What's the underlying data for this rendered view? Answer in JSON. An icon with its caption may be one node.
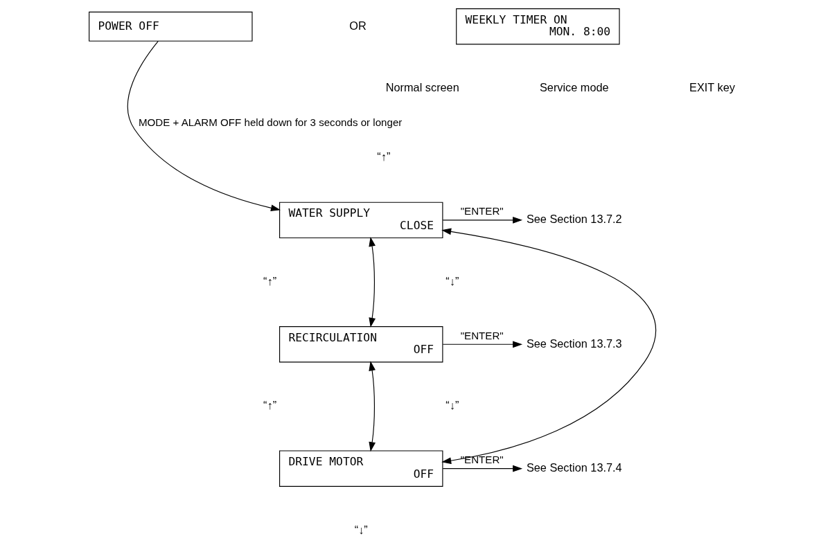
{
  "diagram": {
    "nodes": [
      {
        "text": [
          "POWER OFF"
        ]
      },
      {
        "text": [
          "WEEKLY TIMER ON",
          "MON. 8:00"
        ]
      },
      {
        "text": [
          "WATER SUPPLY",
          "CLOSE"
        ]
      },
      {
        "text": [
          "RECIRCULATION",
          "OFF"
        ]
      },
      {
        "text": [
          "DRIVE MOTOR",
          "OFF"
        ]
      },
      {
        "text": [
          "See Section 13.7.2"
        ]
      },
      {
        "text": [
          "See Section 13.7.3"
        ]
      },
      {
        "text": [
          "See Section 13.7.4"
        ]
      }
    ],
    "edges": [
      {
        "from": 0,
        "to": 2,
        "arrow": "to",
        "label": "MODE + ALARM OFF held down for 3 seconds or longer"
      },
      {
        "from": 2,
        "to": 3,
        "arrow": "both"
      },
      {
        "from": 3,
        "to": 4,
        "arrow": "both"
      },
      {
        "from": 4,
        "to": 2,
        "arrow": "both"
      },
      {
        "from": 2,
        "to": 5,
        "arrow": "to",
        "label": "\"ENTER\""
      },
      {
        "from": 3,
        "to": 6,
        "arrow": "to",
        "label": "\"ENTER\""
      },
      {
        "from": 4,
        "to": 7,
        "arrow": "to",
        "label": "\"ENTER\""
      }
    ],
    "labels": [
      "OR",
      "Normal screen",
      "Service mode",
      "EXIT key",
      "“↑”",
      "“↓”",
      "“↑”",
      "“↓”",
      "“↑”",
      "“↓”"
    ]
  }
}
